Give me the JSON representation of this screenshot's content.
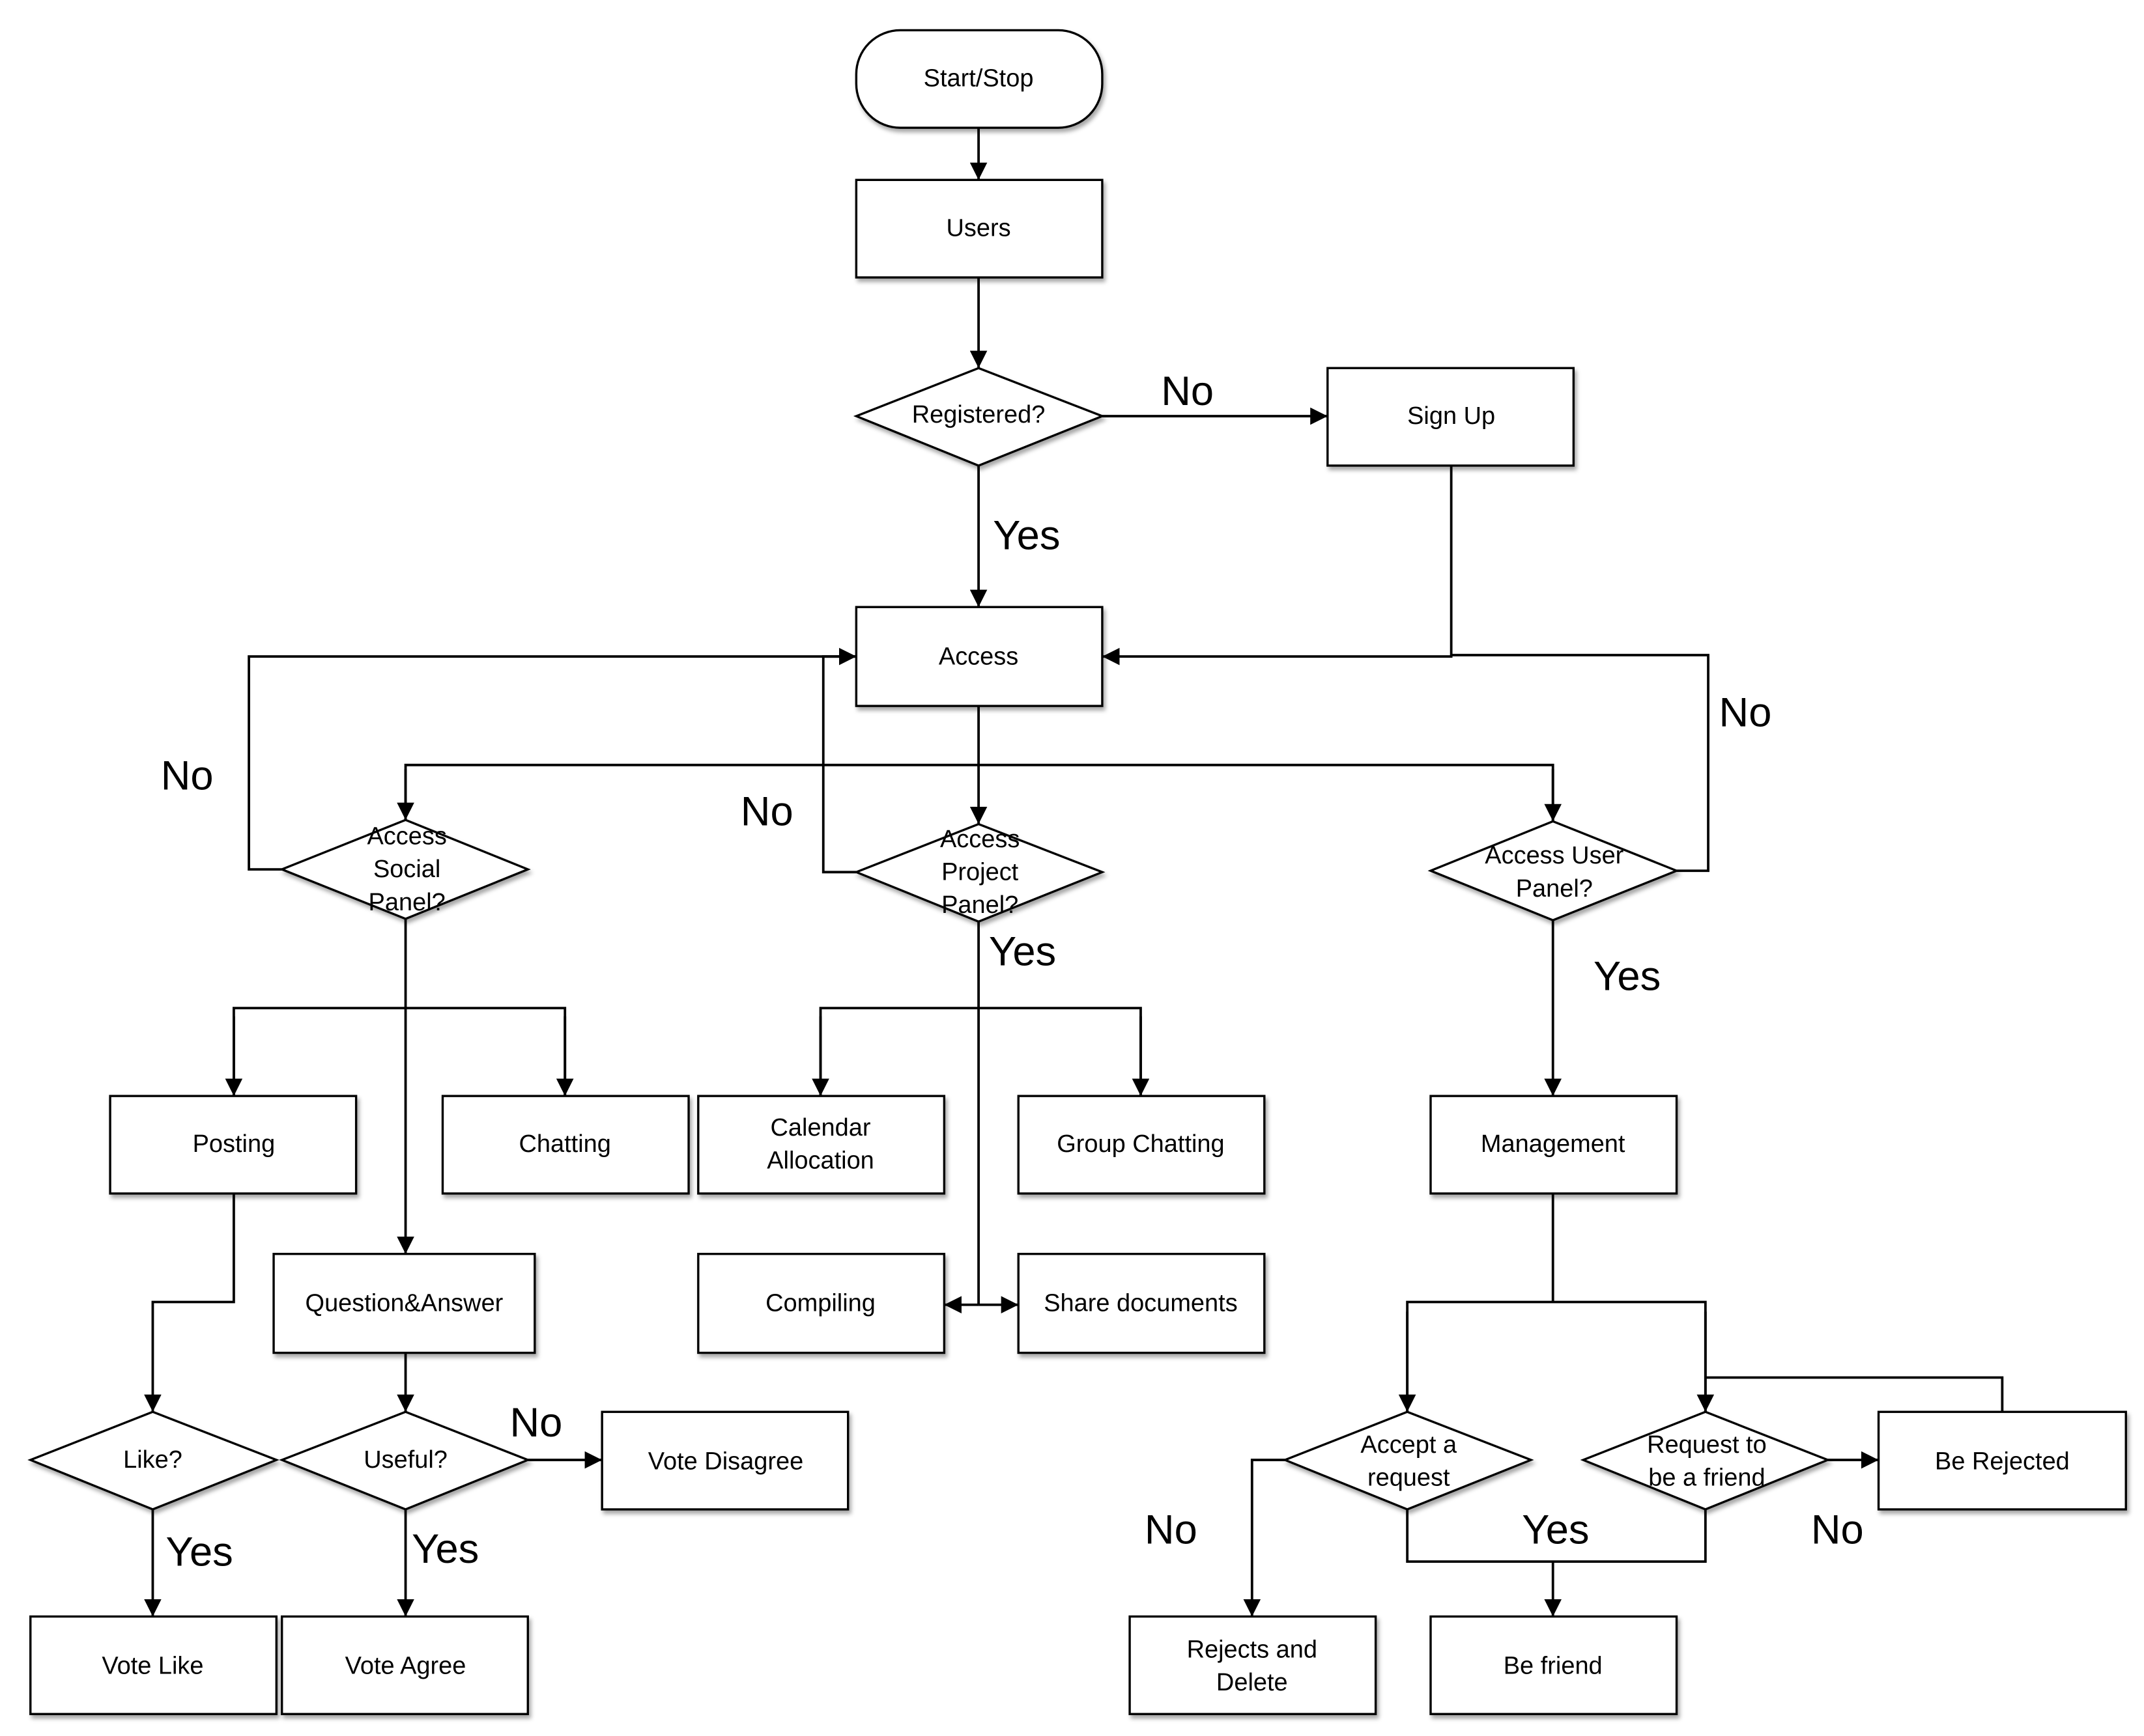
{
  "nodes": {
    "start": [
      "Start/Stop"
    ],
    "users": [
      "Users"
    ],
    "registered": [
      "Registered?"
    ],
    "signup": [
      "Sign Up"
    ],
    "access": [
      "Access"
    ],
    "social": [
      "Access",
      "Social",
      "Panel?"
    ],
    "project": [
      "Access",
      "Project",
      "Panel?"
    ],
    "userpanel": [
      "Access User",
      "Panel?"
    ],
    "posting": [
      "Posting"
    ],
    "chatting": [
      "Chatting"
    ],
    "calendar": [
      "Calendar",
      "Allocation"
    ],
    "groupchat": [
      "Group Chatting"
    ],
    "management": [
      "Management"
    ],
    "qa": [
      "Question&Answer"
    ],
    "compiling": [
      "Compiling"
    ],
    "share": [
      "Share documents"
    ],
    "like": [
      "Like?"
    ],
    "useful": [
      "Useful?"
    ],
    "disagree": [
      "Vote Disagree"
    ],
    "accept": [
      "Accept a",
      "request"
    ],
    "request": [
      "Request to",
      "be a friend"
    ],
    "rejected": [
      "Be Rejected"
    ],
    "votelike": [
      "Vote Like"
    ],
    "voteagree": [
      "Vote Agree"
    ],
    "rejectdelete": [
      "Rejects and",
      "Delete"
    ],
    "befriend": [
      "Be friend"
    ]
  },
  "edge_labels": {
    "registered_no": "No",
    "registered_yes": "Yes",
    "social_no": "No",
    "project_no": "No",
    "project_yes": "Yes",
    "userpanel_no": "No",
    "userpanel_yes": "Yes",
    "useful_no": "No",
    "like_yes": "Yes",
    "useful_yes": "Yes",
    "accept_no": "No",
    "accept_yes": "Yes",
    "request_no": "No"
  }
}
